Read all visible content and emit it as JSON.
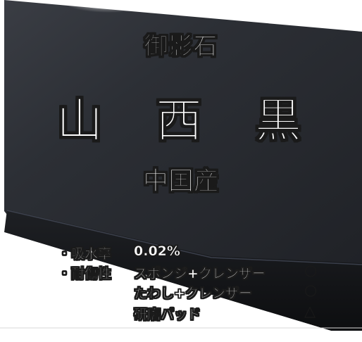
{
  "product": {
    "category": "御影石",
    "stone_name": "山 西 黒",
    "origin": "中国産"
  },
  "specs": {
    "absorption_label": "・吸水率",
    "absorption_value": "0.02%",
    "durability_label": "・耐傷性",
    "durability_tests": [
      {
        "method": "スポンジ+クレンザー",
        "rating": "○"
      },
      {
        "method": "たわし+クレンザー",
        "rating": "○"
      },
      {
        "method": "研磨パッド",
        "rating": "△"
      }
    ]
  },
  "colors": {
    "slab_top": "#2a2d33",
    "slab_edge": "#16181c",
    "background": "#ffffff",
    "text_outline": "#1a1a1a"
  }
}
